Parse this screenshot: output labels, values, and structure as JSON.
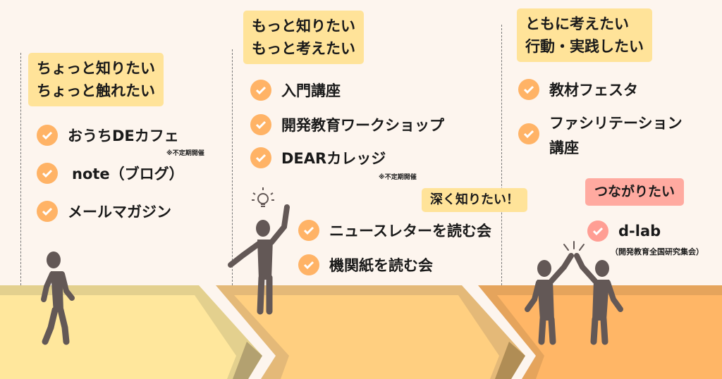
{
  "colors": {
    "background": "#fdf5ee",
    "band1": "#ffe79c",
    "band2": "#ffcf80",
    "band3": "#ffb666",
    "label": "#ffe399",
    "label_pink": "#ffaaa0",
    "check": "#ffb366",
    "check_pink": "#ff9e94",
    "figure": "#635856"
  },
  "col1": {
    "heading": [
      "ちょっと知りたい",
      "ちょっと触れたい"
    ],
    "items": [
      "おうちDEカフェ",
      "note（ブログ）",
      "メールマガジン"
    ],
    "note": "※不定期開催"
  },
  "col2": {
    "heading": [
      "もっと知りたい",
      "もっと考えたい"
    ],
    "items": [
      "入門講座",
      "開発教育ワークショップ",
      "DEARカレッジ"
    ],
    "note": "※不定期開催",
    "sub_heading": "深く知りたい！",
    "sub_items": [
      "ニュースレターを読む会",
      "機関紙を読む会"
    ]
  },
  "col3": {
    "heading": [
      "ともに考えたい",
      "行動・実践したい"
    ],
    "items": [
      "教材フェスタ",
      "ファシリテーション",
      "講座"
    ],
    "sub_heading": "つながりたい",
    "sub_items": [
      "d-lab"
    ],
    "sub_note": "（開発教育全国研究集会）"
  }
}
